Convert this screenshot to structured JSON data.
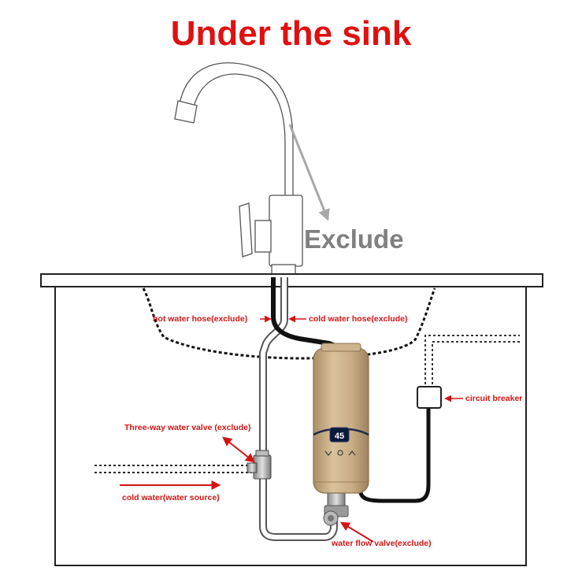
{
  "title": "Under the sink",
  "faucet_label": "Exclude",
  "labels": {
    "hot_water_hose": "hot water hose(exclude)",
    "cold_water_hose": "cold water hose(exclude)",
    "circuit_breaker": "circuit breaker",
    "three_way_valve": "Three-way water valve (exclude)",
    "cold_water_source": "cold water(water source)",
    "water_flow_valve": "water flow valve(exclude)"
  },
  "heater_display": "45",
  "colors": {
    "title": "#e01010",
    "label_text": "#d41414",
    "exclude_text": "#808080",
    "heater_body": "#c7ad86"
  }
}
